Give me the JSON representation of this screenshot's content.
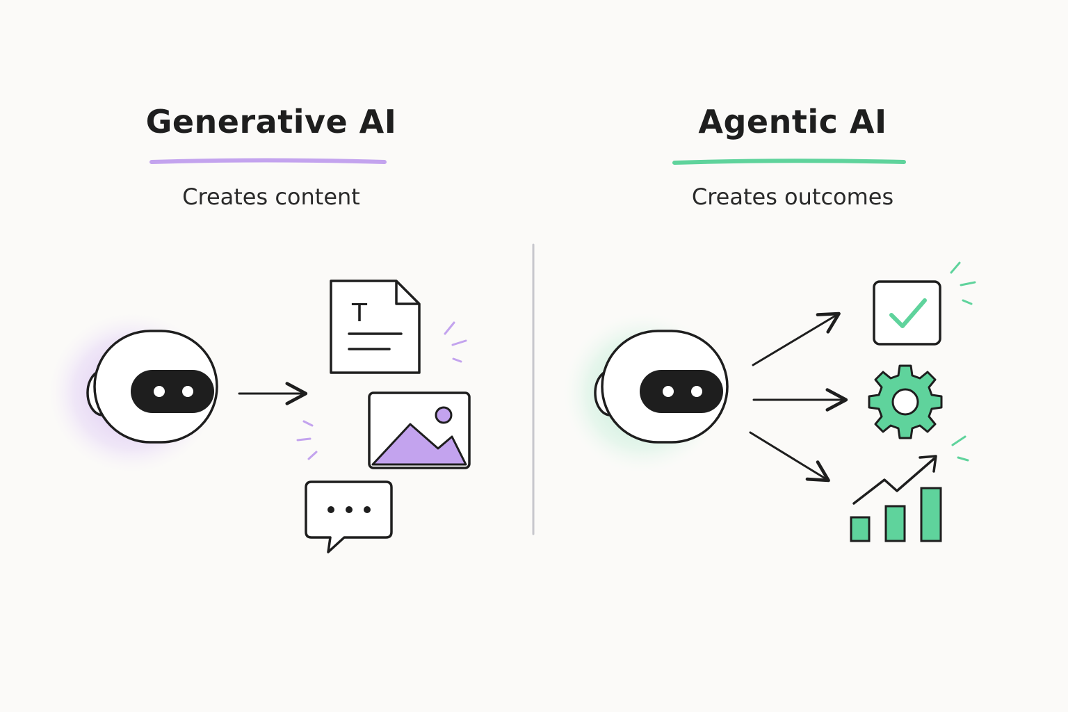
{
  "generative": {
    "title": "Generative AI",
    "subtitle": "Creates content",
    "accent": "#c3a3ee",
    "outputs": [
      "document-icon",
      "image-icon",
      "chat-bubble-icon"
    ],
    "document_letter": "T"
  },
  "agentic": {
    "title": "Agentic AI",
    "subtitle": "Creates outcomes",
    "accent": "#5fd39c",
    "outputs": [
      "checkbox-check-icon",
      "gear-icon",
      "bar-chart-growth-icon"
    ]
  },
  "colors": {
    "ink": "#1e1e1e",
    "background": "#fbfaf8",
    "divider": "#c7c7cd"
  }
}
